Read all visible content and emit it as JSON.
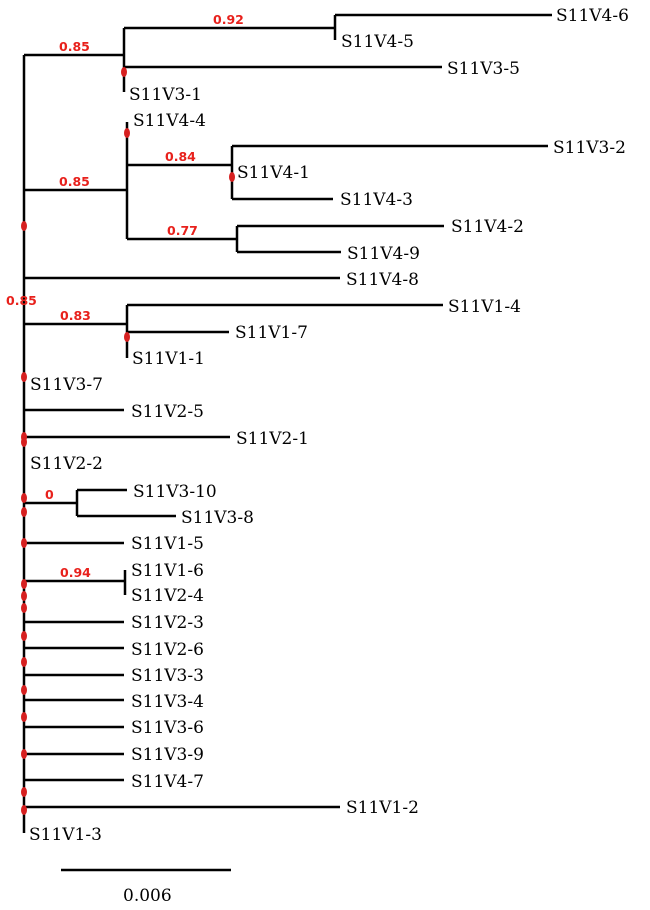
{
  "tree": {
    "leaves": {
      "S11V4_6": "S11V4-6",
      "S11V4_5": "S11V4-5",
      "S11V3_5": "S11V3-5",
      "S11V3_1": "S11V3-1",
      "S11V4_4": "S11V4-4",
      "S11V3_2": "S11V3-2",
      "S11V4_1": "S11V4-1",
      "S11V4_3": "S11V4-3",
      "S11V4_2": "S11V4-2",
      "S11V4_9": "S11V4-9",
      "S11V4_8": "S11V4-8",
      "S11V1_4": "S11V1-4",
      "S11V1_7": "S11V1-7",
      "S11V1_1": "S11V1-1",
      "S11V3_7": "S11V3-7",
      "S11V2_5": "S11V2-5",
      "S11V2_1": "S11V2-1",
      "S11V2_2": "S11V2-2",
      "S11V3_10": "S11V3-10",
      "S11V3_8": "S11V3-8",
      "S11V1_5": "S11V1-5",
      "S11V1_6": "S11V1-6",
      "S11V2_4": "S11V2-4",
      "S11V2_3": "S11V2-3",
      "S11V2_6": "S11V2-6",
      "S11V3_3": "S11V3-3",
      "S11V3_4": "S11V3-4",
      "S11V3_6": "S11V3-6",
      "S11V3_9": "S11V3-9",
      "S11V4_7": "S11V4-7",
      "S11V1_2": "S11V1-2",
      "S11V1_3": "S11V1-3"
    },
    "supports": {
      "root": "0.85",
      "clade_a": "0.85",
      "clade_a_sub": "0.92",
      "clade_b": "0.85",
      "clade_b_sub1": "0.84",
      "clade_b_sub2": "0.77",
      "clade_c": "0.83",
      "clade_d": "0",
      "clade_e": "0.94"
    },
    "scale_bar_label": "0.006",
    "colors": {
      "branch": "#000000",
      "support_text": "#e8211c",
      "node_marker": "#d62020"
    }
  }
}
